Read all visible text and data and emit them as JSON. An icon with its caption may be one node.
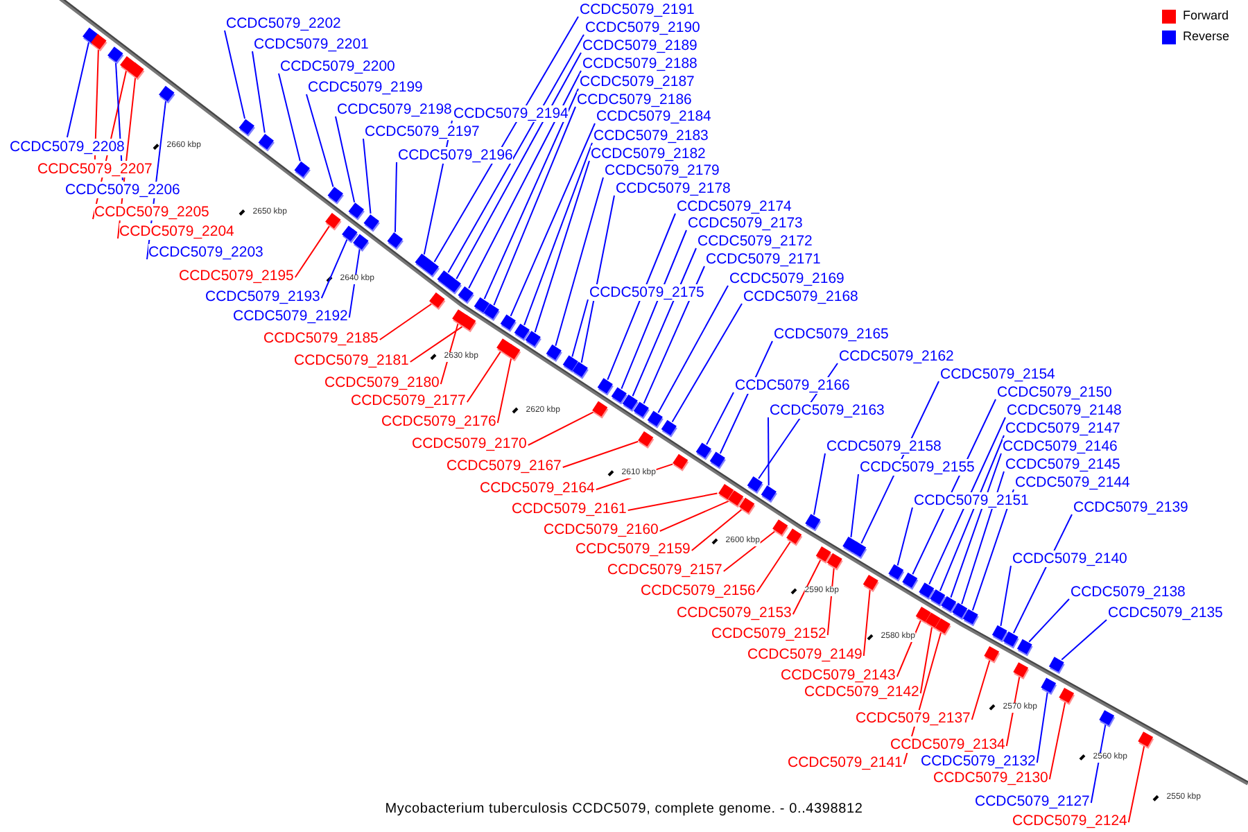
{
  "diagram": {
    "caption": "Mycobacterium tuberculosis CCDC5079, complete genome. - 0..4398812",
    "nodes": [
      {
        "text": [
          "CCDC5079_2191"
        ]
      },
      {
        "text": [
          "CCDC5079_2202"
        ]
      },
      {
        "text": [
          "CCDC5079_2190"
        ]
      },
      {
        "text": [
          "CCDC5079_2201"
        ]
      },
      {
        "text": [
          "CCDC5079_2189"
        ]
      },
      {
        "text": [
          "CCDC5079_2188"
        ]
      },
      {
        "text": [
          "CCDC5079_2200"
        ]
      },
      {
        "text": [
          "CCDC5079_2187"
        ]
      },
      {
        "text": [
          "CCDC5079_2199"
        ]
      },
      {
        "text": [
          "CCDC5079_2186"
        ]
      },
      {
        "text": [
          "CCDC5079_2198"
        ]
      },
      {
        "text": [
          "CCDC5079_2194"
        ]
      },
      {
        "text": [
          "CCDC5079_2184"
        ]
      },
      {
        "text": [
          "CCDC5079_2197"
        ]
      },
      {
        "text": [
          "CCDC5079_2183"
        ]
      },
      {
        "text": [
          "CCDC5079_2208"
        ]
      },
      {
        "text": [
          "CCDC5079_2182"
        ]
      },
      {
        "text": [
          "CCDC5079_2196"
        ]
      },
      {
        "text": [
          "CCDC5079_2207"
        ]
      },
      {
        "text": [
          "CCDC5079_2179"
        ]
      },
      {
        "text": [
          "CCDC5079_2178"
        ]
      },
      {
        "text": [
          "CCDC5079_2206"
        ]
      },
      {
        "text": [
          "CCDC5079_2174"
        ]
      },
      {
        "text": [
          "CCDC5079_2205"
        ]
      },
      {
        "text": [
          "CCDC5079_2173"
        ]
      },
      {
        "text": [
          "CCDC5079_2204"
        ]
      },
      {
        "text": [
          "CCDC5079_2172"
        ]
      },
      {
        "text": [
          "CCDC5079_2203"
        ]
      },
      {
        "text": [
          "CCDC5079_2171"
        ]
      },
      {
        "text": [
          "CCDC5079_2195"
        ]
      },
      {
        "text": [
          "CCDC5079_2169"
        ]
      },
      {
        "text": [
          "CCDC5079_2175"
        ]
      },
      {
        "text": [
          "CCDC5079_2193"
        ]
      },
      {
        "text": [
          "CCDC5079_2168"
        ]
      },
      {
        "text": [
          "CCDC5079_2192"
        ]
      },
      {
        "text": [
          "CCDC5079_2165"
        ]
      },
      {
        "text": [
          "CCDC5079_2185"
        ]
      },
      {
        "text": [
          "CCDC5079_2162"
        ]
      },
      {
        "text": [
          "CCDC5079_2181"
        ]
      },
      {
        "text": [
          "CCDC5079_2154"
        ]
      },
      {
        "text": [
          "CCDC5079_2166"
        ]
      },
      {
        "text": [
          "CCDC5079_2180"
        ]
      },
      {
        "text": [
          "CCDC5079_2150"
        ]
      },
      {
        "text": [
          "CCDC5079_2177"
        ]
      },
      {
        "text": [
          "CCDC5079_2148"
        ]
      },
      {
        "text": [
          "CCDC5079_2163"
        ]
      },
      {
        "text": [
          "CCDC5079_2176"
        ]
      },
      {
        "text": [
          "CCDC5079_2147"
        ]
      },
      {
        "text": [
          "CCDC5079_2170"
        ]
      },
      {
        "text": [
          "CCDC5079_2146"
        ]
      },
      {
        "text": [
          "CCDC5079_2158"
        ]
      },
      {
        "text": [
          "CCDC5079_2145"
        ]
      },
      {
        "text": [
          "CCDC5079_2167"
        ]
      },
      {
        "text": [
          "CCDC5079_2155"
        ]
      },
      {
        "text": [
          "CCDC5079_2144"
        ]
      },
      {
        "text": [
          "CCDC5079_2164"
        ]
      },
      {
        "text": [
          "CCDC5079_2151"
        ]
      },
      {
        "text": [
          "CCDC5079_2139"
        ]
      },
      {
        "text": [
          "CCDC5079_2161"
        ]
      },
      {
        "text": [
          "CCDC5079_2160"
        ]
      },
      {
        "text": [
          "CCDC5079_2159"
        ]
      },
      {
        "text": [
          "CCDC5079_2140"
        ]
      },
      {
        "text": [
          "CCDC5079_2157"
        ]
      },
      {
        "text": [
          "CCDC5079_2156"
        ]
      },
      {
        "text": [
          "CCDC5079_2138"
        ]
      },
      {
        "text": [
          "CCDC5079_2153"
        ]
      },
      {
        "text": [
          "CCDC5079_2135"
        ]
      },
      {
        "text": [
          "CCDC5079_2152"
        ]
      },
      {
        "text": [
          "CCDC5079_2149"
        ]
      },
      {
        "text": [
          "CCDC5079_2143"
        ]
      },
      {
        "text": [
          "CCDC5079_2142"
        ]
      },
      {
        "text": [
          "CCDC5079_2137"
        ]
      },
      {
        "text": [
          "CCDC5079_2134"
        ]
      },
      {
        "text": [
          "CCDC5079_2132"
        ]
      },
      {
        "text": [
          "CCDC5079_2141"
        ]
      },
      {
        "text": [
          "CCDC5079_2130"
        ]
      },
      {
        "text": [
          "CCDC5079_2127"
        ]
      },
      {
        "text": [
          "CCDC5079_2124"
        ]
      },
      {
        "text": [],
        "shape": "box"
      },
      {
        "text": [],
        "shape": "box"
      },
      {
        "text": [],
        "shape": "box"
      },
      {
        "text": [],
        "shape": "box"
      },
      {
        "text": [],
        "shape": "box"
      },
      {
        "text": [],
        "shape": "box"
      },
      {
        "text": [],
        "shape": "box"
      },
      {
        "text": [],
        "shape": "box"
      },
      {
        "text": [],
        "shape": "box"
      },
      {
        "text": [],
        "shape": "box"
      },
      {
        "text": [],
        "shape": "box"
      },
      {
        "text": [],
        "shape": "box"
      },
      {
        "text": [],
        "shape": "box"
      },
      {
        "text": [],
        "shape": "box"
      },
      {
        "text": [],
        "shape": "box"
      },
      {
        "text": [],
        "shape": "box"
      },
      {
        "text": [],
        "shape": "box"
      },
      {
        "text": [],
        "shape": "box"
      },
      {
        "text": [],
        "shape": "box"
      },
      {
        "text": [],
        "shape": "box"
      },
      {
        "text": [],
        "shape": "box"
      },
      {
        "text": [],
        "shape": "box"
      },
      {
        "text": [],
        "shape": "box"
      },
      {
        "text": [],
        "shape": "box"
      },
      {
        "text": [],
        "shape": "box"
      },
      {
        "text": [],
        "shape": "box"
      },
      {
        "text": [],
        "shape": "box"
      },
      {
        "text": [],
        "shape": "box"
      },
      {
        "text": [],
        "shape": "box"
      },
      {
        "text": [],
        "shape": "box"
      },
      {
        "text": [],
        "shape": "box"
      },
      {
        "text": [],
        "shape": "box"
      },
      {
        "text": [],
        "shape": "box"
      },
      {
        "text": [],
        "shape": "box"
      },
      {
        "text": [],
        "shape": "box"
      },
      {
        "text": [],
        "shape": "box"
      },
      {
        "text": [],
        "shape": "box"
      },
      {
        "text": [],
        "shape": "box"
      },
      {
        "text": [],
        "shape": "box"
      },
      {
        "text": [],
        "shape": "box"
      },
      {
        "text": [],
        "shape": "box"
      },
      {
        "text": [],
        "shape": "box"
      },
      {
        "text": [],
        "shape": "box"
      },
      {
        "text": [],
        "shape": "box"
      },
      {
        "text": [],
        "shape": "box"
      },
      {
        "text": [],
        "shape": "box"
      },
      {
        "text": [],
        "shape": "box"
      },
      {
        "text": [],
        "shape": "box"
      },
      {
        "text": [],
        "shape": "box"
      },
      {
        "text": [],
        "shape": "box"
      },
      {
        "text": [],
        "shape": "box"
      },
      {
        "text": [],
        "shape": "box"
      },
      {
        "text": [],
        "shape": "box"
      },
      {
        "text": [],
        "shape": "box"
      },
      {
        "text": [],
        "shape": "box"
      },
      {
        "text": [],
        "shape": "box"
      },
      {
        "text": [],
        "shape": "box"
      },
      {
        "text": [],
        "shape": "box"
      },
      {
        "text": [],
        "shape": "box"
      },
      {
        "text": [],
        "shape": "box"
      },
      {
        "text": [],
        "shape": "box"
      },
      {
        "text": [],
        "shape": "box"
      },
      {
        "text": [],
        "shape": "box"
      },
      {
        "text": [],
        "shape": "box"
      },
      {
        "text": [],
        "shape": "box"
      },
      {
        "text": [],
        "shape": "box"
      },
      {
        "text": [],
        "shape": "box"
      },
      {
        "text": [],
        "shape": "box"
      },
      {
        "text": [],
        "shape": "box"
      },
      {
        "text": [],
        "shape": "box"
      },
      {
        "text": [],
        "shape": "box"
      },
      {
        "text": [],
        "shape": "box"
      },
      {
        "text": [],
        "shape": "box"
      },
      {
        "text": [],
        "shape": "box"
      },
      {
        "text": [],
        "shape": "box"
      },
      {
        "text": [],
        "shape": "box"
      },
      {
        "text": [],
        "shape": "box"
      },
      {
        "text": [],
        "shape": "box"
      }
    ],
    "edges": [
      {
        "from": 0,
        "to": 95,
        "arrow": "none"
      },
      {
        "from": 1,
        "to": 84,
        "arrow": "none"
      },
      {
        "from": 2,
        "to": 96,
        "arrow": "none"
      },
      {
        "from": 3,
        "to": 85,
        "arrow": "none"
      },
      {
        "from": 4,
        "to": 98,
        "arrow": "none"
      },
      {
        "from": 5,
        "to": 99,
        "arrow": "none"
      },
      {
        "from": 6,
        "to": 86,
        "arrow": "none"
      },
      {
        "from": 7,
        "to": 102,
        "arrow": "none"
      },
      {
        "from": 8,
        "to": 87,
        "arrow": "none"
      },
      {
        "from": 9,
        "to": 103,
        "arrow": "none"
      },
      {
        "from": 10,
        "to": 89,
        "arrow": "none"
      },
      {
        "from": 11,
        "to": 94,
        "arrow": "none"
      },
      {
        "from": 12,
        "to": 104,
        "arrow": "none"
      },
      {
        "from": 13,
        "to": 91,
        "arrow": "none"
      },
      {
        "from": 14,
        "to": 106,
        "arrow": "none"
      },
      {
        "from": 15,
        "to": 78,
        "arrow": "none"
      },
      {
        "from": 16,
        "to": 108,
        "arrow": "none"
      },
      {
        "from": 17,
        "to": 93,
        "arrow": "none"
      },
      {
        "from": 18,
        "to": 79,
        "arrow": "none",
        "color": "#ff0000"
      },
      {
        "from": 19,
        "to": 109,
        "arrow": "none"
      },
      {
        "from": 20,
        "to": 111,
        "arrow": "none"
      },
      {
        "from": 21,
        "to": 80,
        "arrow": "none"
      },
      {
        "from": 22,
        "to": 112,
        "arrow": "none"
      },
      {
        "from": 23,
        "to": 81,
        "arrow": "none",
        "color": "#ff0000"
      },
      {
        "from": 24,
        "to": 114,
        "arrow": "none"
      },
      {
        "from": 25,
        "to": 82,
        "arrow": "none",
        "color": "#ff0000"
      },
      {
        "from": 26,
        "to": 115,
        "arrow": "none"
      },
      {
        "from": 27,
        "to": 83,
        "arrow": "none"
      },
      {
        "from": 28,
        "to": 116,
        "arrow": "none"
      },
      {
        "from": 29,
        "to": 88,
        "arrow": "none",
        "color": "#ff0000"
      },
      {
        "from": 30,
        "to": 117,
        "arrow": "none"
      },
      {
        "from": 31,
        "to": 110,
        "arrow": "none"
      },
      {
        "from": 32,
        "to": 90,
        "arrow": "none"
      },
      {
        "from": 33,
        "to": 119,
        "arrow": "none"
      },
      {
        "from": 34,
        "to": 92,
        "arrow": "none"
      },
      {
        "from": 35,
        "to": 122,
        "arrow": "none"
      },
      {
        "from": 36,
        "to": 97,
        "arrow": "none",
        "color": "#ff0000"
      },
      {
        "from": 37,
        "to": 125,
        "arrow": "none"
      },
      {
        "from": 38,
        "to": 101,
        "arrow": "none",
        "color": "#ff0000"
      },
      {
        "from": 39,
        "to": 134,
        "arrow": "none"
      },
      {
        "from": 40,
        "to": 121,
        "arrow": "none"
      },
      {
        "from": 41,
        "to": 100,
        "arrow": "none",
        "color": "#ff0000"
      },
      {
        "from": 42,
        "to": 137,
        "arrow": "none"
      },
      {
        "from": 43,
        "to": 105,
        "arrow": "none",
        "color": "#ff0000"
      },
      {
        "from": 44,
        "to": 138,
        "arrow": "none"
      },
      {
        "from": 45,
        "to": 127,
        "arrow": "none"
      },
      {
        "from": 46,
        "to": 107,
        "arrow": "none",
        "color": "#ff0000"
      },
      {
        "from": 47,
        "to": 140,
        "arrow": "none"
      },
      {
        "from": 48,
        "to": 113,
        "arrow": "none",
        "color": "#ff0000"
      },
      {
        "from": 49,
        "to": 142,
        "arrow": "none"
      },
      {
        "from": 50,
        "to": 130,
        "arrow": "none"
      },
      {
        "from": 51,
        "to": 144,
        "arrow": "none"
      },
      {
        "from": 52,
        "to": 118,
        "arrow": "none",
        "color": "#ff0000"
      },
      {
        "from": 53,
        "to": 133,
        "arrow": "none"
      },
      {
        "from": 54,
        "to": 145,
        "arrow": "none"
      },
      {
        "from": 55,
        "to": 120,
        "arrow": "none",
        "color": "#ff0000"
      },
      {
        "from": 56,
        "to": 136,
        "arrow": "none"
      },
      {
        "from": 57,
        "to": 148,
        "arrow": "none"
      },
      {
        "from": 58,
        "to": 123,
        "arrow": "none",
        "color": "#ff0000"
      },
      {
        "from": 59,
        "to": 124,
        "arrow": "none",
        "color": "#ff0000"
      },
      {
        "from": 60,
        "to": 126,
        "arrow": "none",
        "color": "#ff0000"
      },
      {
        "from": 61,
        "to": 146,
        "arrow": "none"
      },
      {
        "from": 62,
        "to": 128,
        "arrow": "none",
        "color": "#ff0000"
      },
      {
        "from": 63,
        "to": 129,
        "arrow": "none",
        "color": "#ff0000"
      },
      {
        "from": 64,
        "to": 149,
        "arrow": "none"
      },
      {
        "from": 65,
        "to": 131,
        "arrow": "none",
        "color": "#ff0000"
      },
      {
        "from": 66,
        "to": 151,
        "arrow": "none"
      },
      {
        "from": 67,
        "to": 132,
        "arrow": "none",
        "color": "#ff0000"
      },
      {
        "from": 68,
        "to": 135,
        "arrow": "none",
        "color": "#ff0000"
      },
      {
        "from": 69,
        "to": 139,
        "arrow": "none",
        "color": "#ff0000"
      },
      {
        "from": 70,
        "to": 141,
        "arrow": "none",
        "color": "#ff0000"
      },
      {
        "from": 71,
        "to": 147,
        "arrow": "none",
        "color": "#ff0000"
      },
      {
        "from": 72,
        "to": 150,
        "arrow": "none",
        "color": "#ff0000"
      },
      {
        "from": 73,
        "to": 152,
        "arrow": "none"
      },
      {
        "from": 74,
        "to": 143,
        "arrow": "none",
        "color": "#ff0000"
      },
      {
        "from": 75,
        "to": 153,
        "arrow": "none",
        "color": "#ff0000"
      },
      {
        "from": 76,
        "to": 154,
        "arrow": "none"
      },
      {
        "from": 77,
        "to": 155,
        "arrow": "none",
        "color": "#ff0000"
      }
    ],
    "labels": [
      "2660 kbp",
      "2650 kbp",
      "2640 kbp",
      "2630 kbp",
      "2620 kbp",
      "2610 kbp",
      "2600 kbp",
      "2590 kbp",
      "2580 kbp",
      "2570 kbp",
      "2560 kbp",
      "2550 kbp"
    ],
    "legend": [
      {
        "text": "Forward",
        "color": "#ff0000"
      },
      {
        "text": "Reverse",
        "color": "#0000ff"
      }
    ]
  }
}
